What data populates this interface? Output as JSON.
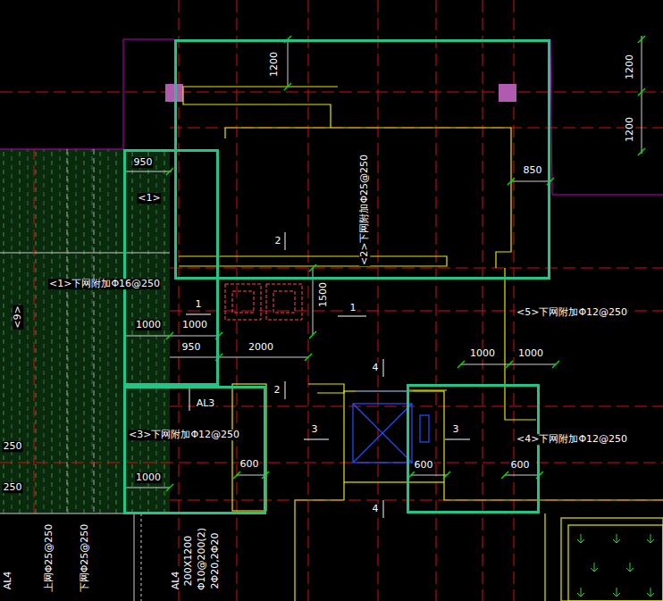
{
  "diagram": {
    "nodes": [
      {
        "text": [
          "1200",
          "<2>下网附加Φ25@250",
          "2",
          "850"
        ]
      },
      {
        "text": [
          "950",
          "<1>",
          "1",
          "1000",
          "1000",
          "950"
        ]
      },
      {
        "text": [
          "AL3",
          "<3>下网附加Φ12@250",
          "1000",
          "600"
        ]
      },
      {
        "text": [
          "3",
          "600",
          "600"
        ]
      }
    ],
    "labels": [
      "1200",
      "1200",
      "<1>下网附加Φ16@250",
      "<9>",
      "1500",
      "1",
      "<5>下网附加Φ12@250",
      "2000",
      "1000",
      "1000",
      "4",
      "2",
      "3",
      "<4>下网附加Φ12@250",
      "250",
      "250",
      "4",
      "上网Φ25@250",
      "下网Φ25@250",
      "AL4",
      "AL4",
      "200X1200",
      "Φ10@200(2)",
      "2Φ20,2Φ20"
    ]
  }
}
